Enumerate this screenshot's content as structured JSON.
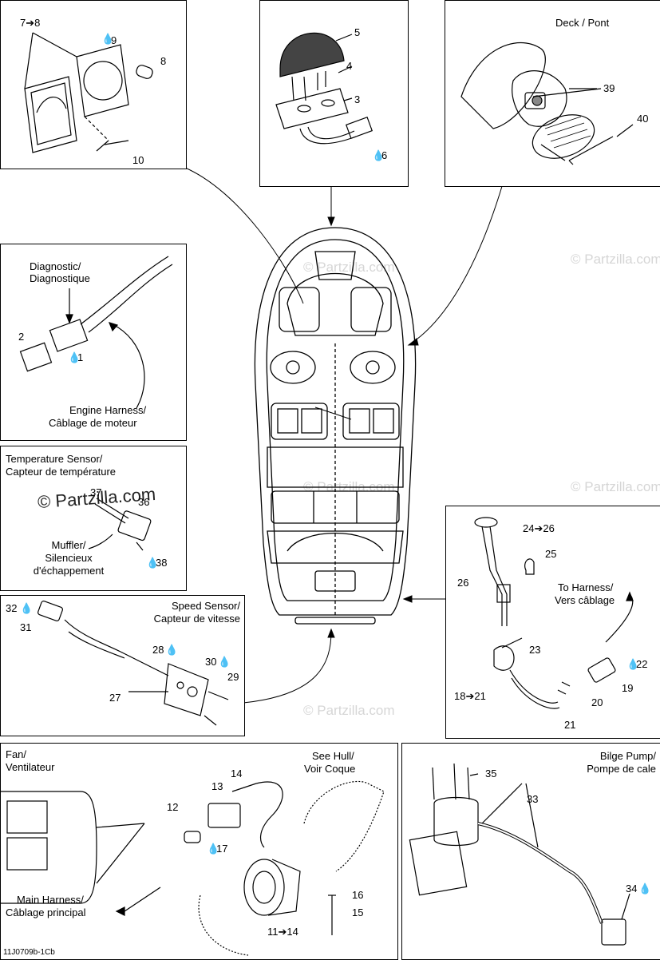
{
  "watermark": {
    "text": "© Partzilla.com",
    "prominent_text": "© Partzilla.com"
  },
  "figure_code": "11J0709b-1Cb",
  "panels": {
    "top_left": {
      "callouts": {
        "c7_8": "7➔8",
        "c9": "9",
        "c8": "8",
        "c10": "10"
      }
    },
    "top_center": {
      "callouts": {
        "c5": "5",
        "c4": "4",
        "c3": "3",
        "c6": "6"
      }
    },
    "top_right": {
      "title": "Deck / Pont",
      "callouts": {
        "c39": "39",
        "c40": "40"
      }
    },
    "diagnostic": {
      "label_line1": "Diagnostic/",
      "label_line2": "Diagnostique",
      "harness_line1": "Engine Harness/",
      "harness_line2": "Câblage de moteur",
      "callouts": {
        "c2": "2",
        "c1": "1"
      }
    },
    "temperature": {
      "title_line1": "Temperature Sensor/",
      "title_line2": "Capteur de température",
      "muffler_line1": "Muffler/",
      "muffler_line2": "Silencieux",
      "muffler_line3": "d'échappement",
      "callouts": {
        "c37": "37",
        "c36": "36",
        "c38": "38"
      }
    },
    "speed": {
      "title_line1": "Speed Sensor/",
      "title_line2": "Capteur de vitesse",
      "callouts": {
        "c32": "32",
        "c31": "31",
        "c28": "28",
        "c30": "30",
        "c29": "29",
        "c27": "27"
      }
    },
    "harness": {
      "label_line1": "To Harness/",
      "label_line2": "Vers câblage",
      "callouts": {
        "c24_26": "24➔26",
        "c25": "25",
        "c26": "26",
        "c23": "23",
        "c22": "22",
        "c18_21": "18➔21",
        "c19": "19",
        "c20": "20",
        "c21": "21"
      }
    },
    "fan": {
      "title_line1": "Fan/",
      "title_line2": "Ventilateur",
      "hull_line1": "See Hull/",
      "hull_line2": "Voir Coque",
      "main_line1": "Main Harness/",
      "main_line2": "Câblage principal",
      "callouts": {
        "c14": "14",
        "c13": "13",
        "c12": "12",
        "c17": "17",
        "c16": "16",
        "c15": "15",
        "c11_14": "11➔14"
      }
    },
    "bilge": {
      "title_line1": "Bilge Pump/",
      "title_line2": "Pompe de cale",
      "callouts": {
        "c35": "35",
        "c33": "33",
        "c34": "34"
      }
    }
  }
}
